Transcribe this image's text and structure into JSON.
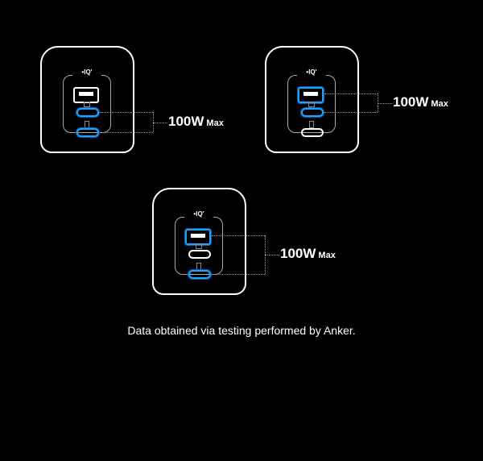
{
  "chargers": [
    {
      "iq_label": "•IQ'",
      "ports_active": {
        "usb_a": false,
        "usb_c1": true,
        "usb_c2": true
      },
      "power": "100W",
      "power_suffix": "Max"
    },
    {
      "iq_label": "•IQ'",
      "ports_active": {
        "usb_a": true,
        "usb_c1": true,
        "usb_c2": false
      },
      "power": "100W",
      "power_suffix": "Max"
    },
    {
      "iq_label": "•IQ'",
      "ports_active": {
        "usb_a": true,
        "usb_c1": false,
        "usb_c2": true
      },
      "power": "100W",
      "power_suffix": "Max"
    }
  ],
  "caption": "Data obtained via testing performed by Anker.",
  "colors": {
    "highlight": "#1ea0ff",
    "background": "#000000"
  }
}
